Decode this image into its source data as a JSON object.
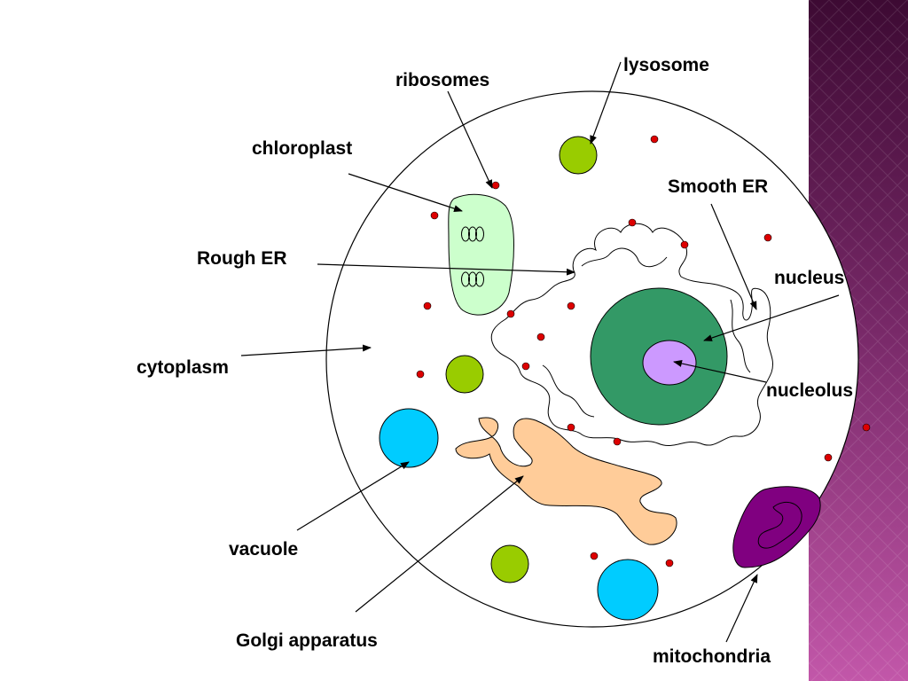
{
  "labels": {
    "ribosomes": "ribosomes",
    "lysosome": "lysosome",
    "chloroplast": "chloroplast",
    "smooth_er": "Smooth ER",
    "rough_er": "Rough ER",
    "nucleus": "nucleus",
    "cytoplasm": "cytoplasm",
    "nucleolus": "nucleolus",
    "vacuole": "vacuole",
    "golgi": "Golgi apparatus",
    "mitochondria": "mitochondria"
  },
  "colors": {
    "side_band": "#7a2a6a",
    "cell_outline": "#000000",
    "chloroplast": "#ccffcc",
    "lysosome": "#99cc00",
    "ribosome": "#dd0000",
    "nucleus": "#339966",
    "nucleolus": "#cc99ff",
    "vacuole": "#00ccff",
    "golgi": "#ffcc99",
    "mitochondria": "#800080"
  }
}
